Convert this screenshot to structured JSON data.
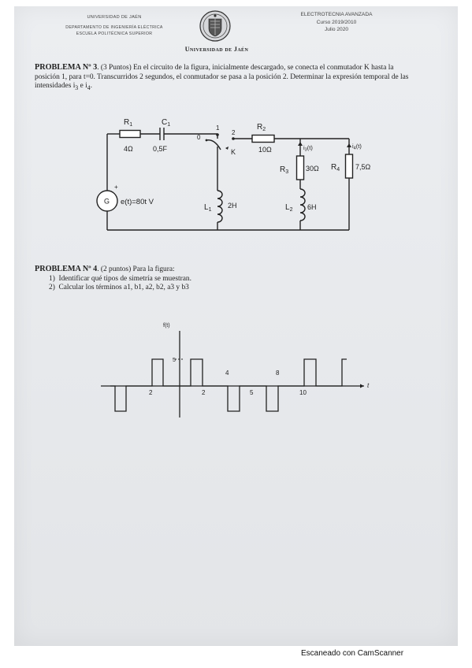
{
  "header": {
    "left_university": "UNIVERSIDAD DE JAÉN",
    "left_department": "DEPARTAMENTO DE INGENIERÍA ELÉCTRICA",
    "left_school": "ESCUELA POLITÉCNICA SUPERIOR",
    "right_course": "ELECTROTECNIA AVANZADA",
    "right_year": "Curso 2019/2010",
    "right_date": "Julio 2020",
    "university_name": "Universidad de Jaén"
  },
  "problem3": {
    "title": "PROBLEMA Nº 3",
    "points": ". (3 Puntos)",
    "text": " En el circuito de la figura, inicialmente descargado, se conecta el conmutador K hasta la posición 1, para t=0. Transcurridos 2 segundos, el conmutador se pasa a la posición 2. Determinar la expresión temporal de las intensidades i",
    "sub3": "3",
    "and": " e i",
    "sub4": "4",
    "end": ".",
    "circuit": {
      "r1_label": "R",
      "r1_sub": "1",
      "r1_value": "4Ω",
      "c1_label": "C",
      "c1_sub": "1",
      "c1_value": "0,5F",
      "r2_label": "R",
      "r2_sub": "2",
      "r2_value": "10Ω",
      "r3_label": "R",
      "r3_sub": "3",
      "r3_value": "30Ω",
      "r4_label": "R",
      "r4_sub": "4",
      "r4_value": "7,5Ω",
      "l1_label": "L",
      "l1_sub": "1",
      "l1_value": "2H",
      "l2_label": "L",
      "l2_sub": "2",
      "l2_value": "6H",
      "source_symbol": "G",
      "source_expr": "e(t)=80t V",
      "plus": "+",
      "switch_label": "K",
      "pos0": "0",
      "pos1": "1",
      "pos2": "2",
      "i3_label": "i",
      "i3_sub": "3",
      "i3_t": "(t)",
      "i4_label": "i",
      "i4_sub": "4",
      "i4_t": "(t)"
    }
  },
  "problem4": {
    "title": "PROBLEMA Nº 4",
    "points": ". (2 puntos)",
    "text": " Para la figura:",
    "item1_num": "1)",
    "item1": "Identificar qué tipos de simetría se muestran.",
    "item2_num": "2)",
    "item2": "Calcular los términos a1, b1, a2, b2, a3 y b3",
    "graph": {
      "ylabel": "f(t)",
      "xlabel": "t",
      "tick_5": "5",
      "tick_2_neg": "2",
      "tick_2": "2",
      "tick_4": "4",
      "tick_5x": "5",
      "tick_8": "8",
      "tick_10": "10"
    }
  },
  "footer": "Escaneado con CamScanner"
}
